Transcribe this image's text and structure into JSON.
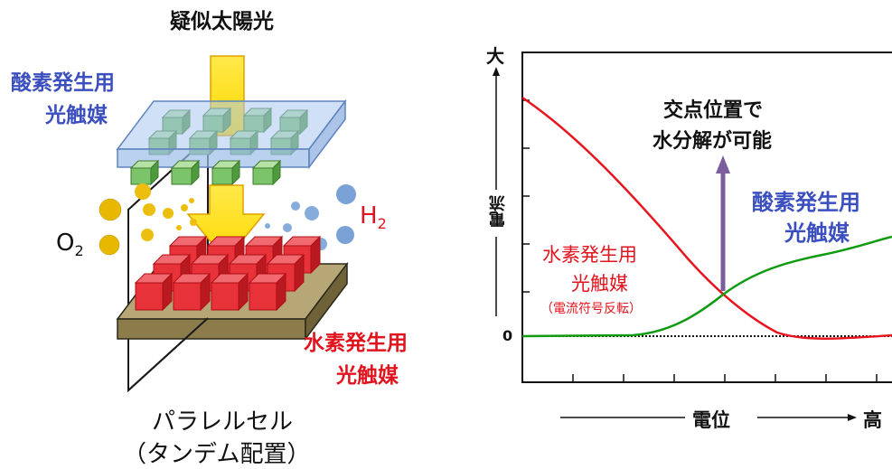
{
  "left_panel": {
    "light_source_label": "疑似太陽光",
    "oxygen_catalyst_line1": "酸素発生用",
    "oxygen_catalyst_line2": "光触媒",
    "o2_base": "O",
    "o2_sub": "2",
    "h2_base": "H",
    "h2_sub": "2",
    "hydrogen_catalyst_line1": "水素発生用",
    "hydrogen_catalyst_line2": "光触媒",
    "cell_name_line1": "パラレルセル",
    "cell_name_line2": "（タンデム配置）"
  },
  "right_panel": {
    "y_axis_high_label": "大",
    "y_axis_title": "電流",
    "zero_label": "0",
    "x_axis_title": "電位",
    "x_axis_high_label": "高",
    "intersection_note_line1": "交点位置で",
    "intersection_note_line2": "水分解が可能",
    "oxygen_curve_label_line1": "酸素発生用",
    "oxygen_curve_label_line2": "光触媒",
    "hydrogen_curve_label_line1": "水素発生用",
    "hydrogen_curve_label_line2": "光触媒",
    "hydrogen_curve_note": "（電流符号反転）"
  },
  "colors": {
    "sunlight": "#ffdf00",
    "oxygen_cube": "#7cc46a",
    "hydrogen_cube": "#e8323a",
    "oxygen_text": "#3b4fbf",
    "hydrogen_text": "#e0141e",
    "oxygen_curve": "#109a10",
    "hydrogen_curve": "#e8141e",
    "arrow": "#7b5c9c"
  }
}
